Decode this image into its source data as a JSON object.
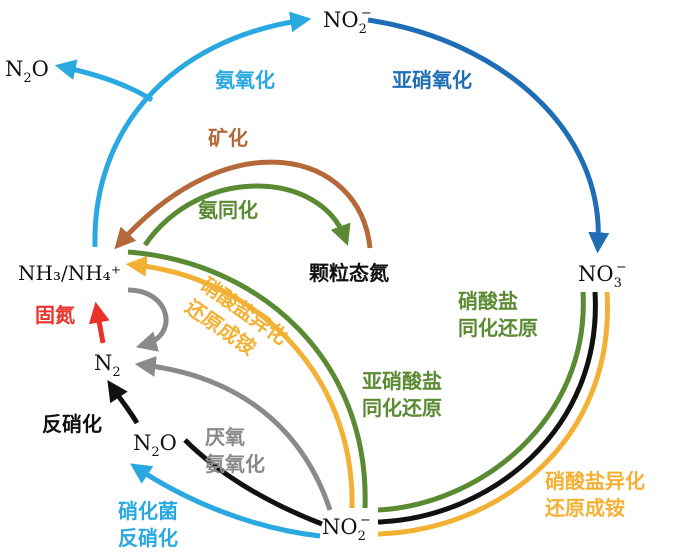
{
  "nodes": {
    "no2_top": {
      "base": "NO",
      "sub": "2",
      "sup": "−"
    },
    "n2o_top": {
      "base": "N",
      "sub": "2",
      "tail": "O"
    },
    "nh3": {
      "text": "NH₃/NH₄⁺"
    },
    "particulate_n": {
      "text": "颗粒态氮"
    },
    "no3": {
      "base": "NO",
      "sub": "3",
      "sup": "−"
    },
    "n2": {
      "base": "N",
      "sub": "2"
    },
    "n2o_mid": {
      "base": "N",
      "sub": "2",
      "tail": "O"
    },
    "no2_bottom": {
      "base": "NO",
      "sub": "2",
      "sup": "−"
    }
  },
  "processes": {
    "ammonia_oxidation": {
      "text": "氨氧化",
      "color": "#29a9e0"
    },
    "nitrite_oxidation": {
      "text": "亚硝氧化",
      "color": "#1f6eb5"
    },
    "mineralization": {
      "text": "矿化",
      "color": "#b5693a"
    },
    "ammonium_assimilation": {
      "text": "氨同化",
      "color": "#5a8a32"
    },
    "nitrogen_fixation": {
      "text": "固氮",
      "color": "#e8332a"
    },
    "denitrification": {
      "text": "反硝化",
      "color": "#111111"
    },
    "nitrate_assimilatory_reduction": {
      "lines": [
        "硝酸盐",
        "同化还原"
      ],
      "color": "#5a8a32"
    },
    "nitrite_assimilatory_reduction": {
      "lines": [
        "亚硝酸盐",
        "同化还原"
      ],
      "color": "#5a8a32"
    },
    "dnra_inner": {
      "lines": [
        "硝酸盐异化",
        "还原成铵"
      ],
      "color": "#f2b134"
    },
    "dnra_outer": {
      "lines": [
        "硝酸盐异化",
        "还原成铵"
      ],
      "color": "#f2b134"
    },
    "anammox": {
      "lines": [
        "厌氧",
        "氨氧化"
      ],
      "color": "#8a8a8a"
    },
    "nitrifier_denitrification": {
      "lines": [
        "硝化菌",
        "反硝化"
      ],
      "color": "#29a9e0"
    }
  },
  "colors": {
    "gray": "#8a8a8a",
    "black": "#111111"
  }
}
